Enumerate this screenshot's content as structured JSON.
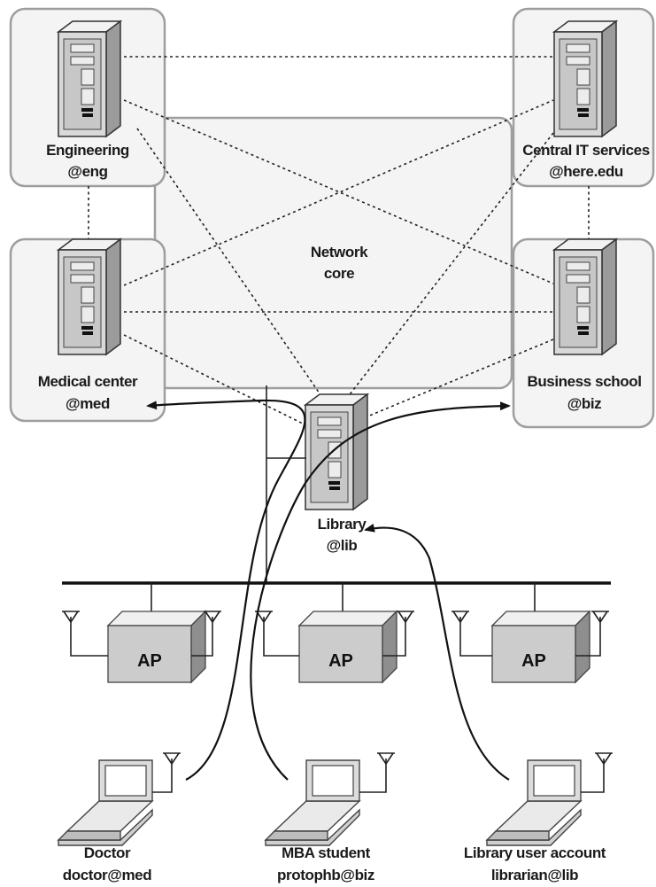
{
  "regions": {
    "network_core": {
      "line1": "Network",
      "line2": "core"
    },
    "engineering": {
      "name": "Engineering",
      "domain": "@eng"
    },
    "central_it": {
      "name": "Central IT services",
      "domain": "@here.edu"
    },
    "medical": {
      "name": "Medical center",
      "domain": "@med"
    },
    "business": {
      "name": "Business school",
      "domain": "@biz"
    }
  },
  "library": {
    "name": "Library",
    "domain": "@lib"
  },
  "access_points": [
    {
      "label": "AP"
    },
    {
      "label": "AP"
    },
    {
      "label": "AP"
    }
  ],
  "clients": [
    {
      "role": "Doctor",
      "account": "doctor@med"
    },
    {
      "role": "MBA student",
      "account": "protophb@biz"
    },
    {
      "role": "Library user account",
      "account": "librarian@lib"
    }
  ]
}
